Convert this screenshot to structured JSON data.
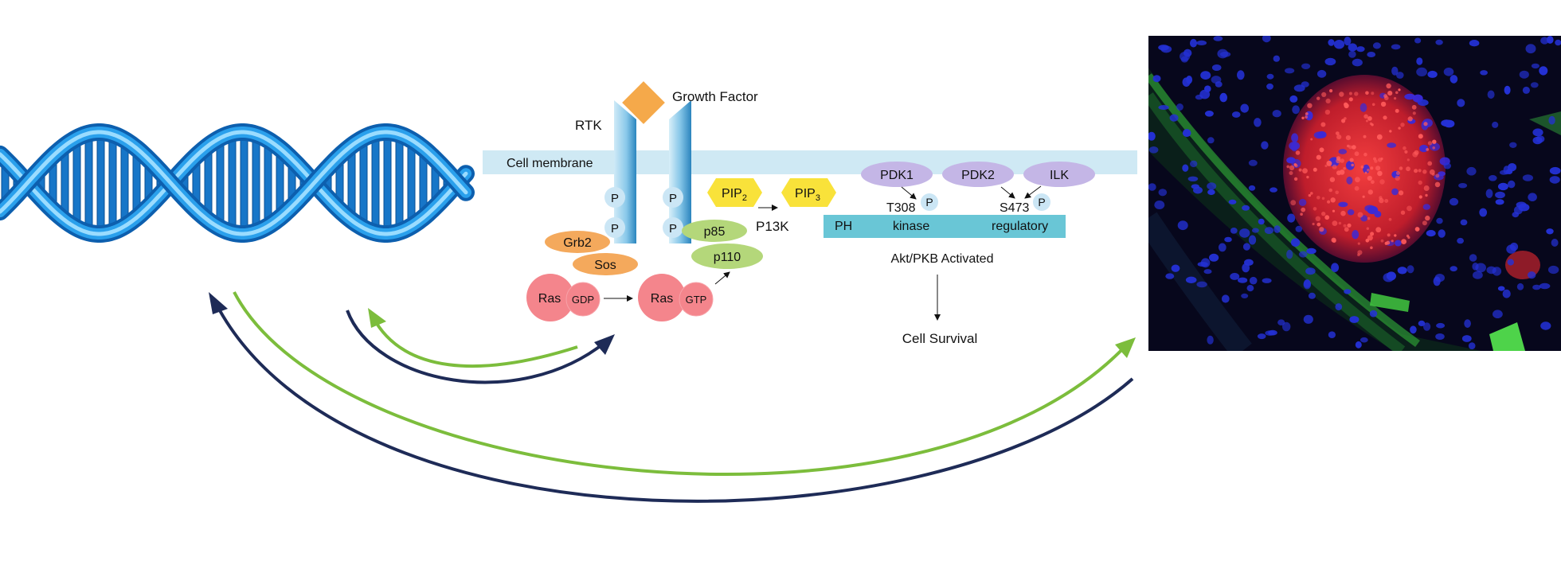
{
  "labels": {
    "growth_factor": "Growth Factor",
    "rtk": "RTK",
    "cell_membrane": "Cell membrane",
    "phospho": "P",
    "grb2": "Grb2",
    "sos": "Sos",
    "ras": "Ras",
    "gdp": "GDP",
    "gtp": "GTP",
    "p85": "p85",
    "p110": "p110",
    "pip_base": "PIP",
    "pip2_sub": "2",
    "pip3_sub": "3",
    "p13k": "P13K",
    "pdk1": "PDK1",
    "pdk2": "PDK2",
    "ilk": "ILK",
    "t308": "T308",
    "s473": "S473",
    "ph": "PH",
    "kinase": "kinase",
    "regulatory": "regulatory",
    "akt_activated": "Akt/PKB Activated",
    "cell_survival": "Cell Survival"
  },
  "colors": {
    "membrane": "#cfe9f4",
    "receptor_light": "#bfe2f2",
    "receptor_dark": "#2f8fc4",
    "growth_factor": "#f5a94a",
    "phospho_circle": "#cbe6f5",
    "orange_protein": "#f4a95c",
    "ras_red": "#f4858c",
    "green_protein": "#b4d77a",
    "pip_yellow": "#f9e23a",
    "lavender": "#c4b6e6",
    "akt_bar": "#69c6d6",
    "arrow_green": "#7cbd3c",
    "arrow_navy": "#1e2b57",
    "dna_blue": "#1e88d8",
    "micro_bg": "#06061a",
    "micro_blue": "#2431d6",
    "micro_red": "#e0202e",
    "micro_green": "#35b63c"
  },
  "images": {
    "dna_helix": "dna-helix-illustration",
    "micrograph": "fluorescence-tissue-micrograph"
  }
}
